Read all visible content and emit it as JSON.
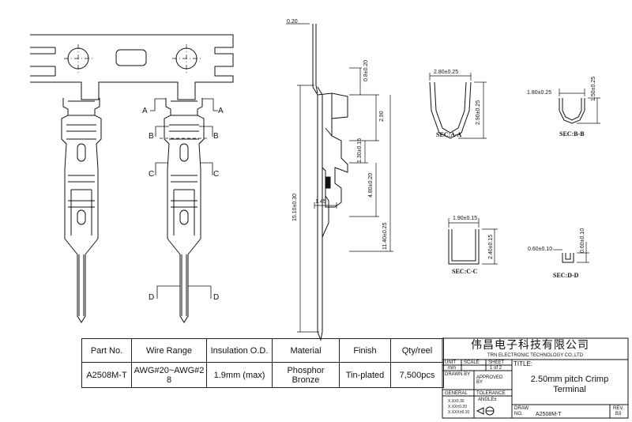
{
  "drawing": {
    "section_labels": {
      "a": "A",
      "b": "B",
      "c": "C",
      "d": "D"
    },
    "side_dims": {
      "top_thickness": "0.20",
      "d1": "0.8±0.20",
      "d2": "2.90",
      "d3": "1.30±0.15",
      "d4": "4.80±0.20",
      "d5": "1.45",
      "d6": "15.10±0.30",
      "d7": "11.40±0.25"
    },
    "sections": {
      "aa": {
        "width": "2.80±0.25",
        "height": "2.90±0.25",
        "caption": "SEC:A-A"
      },
      "bb": {
        "width": "1.80±0.25",
        "height": "1.50±0.25",
        "caption": "SEC:B-B"
      },
      "cc": {
        "width": "1.90±0.15",
        "height": "2.40±0.15",
        "caption": "SEC:C-C"
      },
      "dd": {
        "width": "0.60±0.10",
        "height": "0.60±0.10",
        "caption": "SEC:D-D"
      }
    }
  },
  "spec_table": {
    "headers": [
      "Part No.",
      "Wire Range",
      "Insulation O.D.",
      "Material",
      "Finish",
      "Qty/reel"
    ],
    "values": [
      "A2508M-T",
      "AWG#20~AWG#28",
      "1.9mm (max)",
      "Phosphor Bronze",
      "Tin-plated",
      "7,500pcs"
    ]
  },
  "title_block": {
    "company_cn": "伟昌电子科技有限公司",
    "company_en": "TRN ELECTRONIC TECHNOLOGY CO.,LTD",
    "unit_label": "UNIT",
    "unit_value": "mm",
    "scale_label": "SCALE",
    "sheet_label": "SHEET",
    "sheet_value": "1 of 2",
    "title_label": "TITLE:",
    "drawn_by_label": "DRAWN BY",
    "approved_by_label": "APPROVED BY",
    "general_label": "GENERAL",
    "tolerance_label": "TOLERANCE",
    "tolerances": [
      "X.X±0.30",
      "X.XX±0.20",
      "X.XXX±0.10"
    ],
    "angle_label": "ANGLE±",
    "title": "2.50mm pitch Crimp Terminal",
    "draw_no_label": "DRAW NO.",
    "draw_no": "A2508M-T",
    "rev_label": "REV.",
    "rev_value": "B3"
  }
}
